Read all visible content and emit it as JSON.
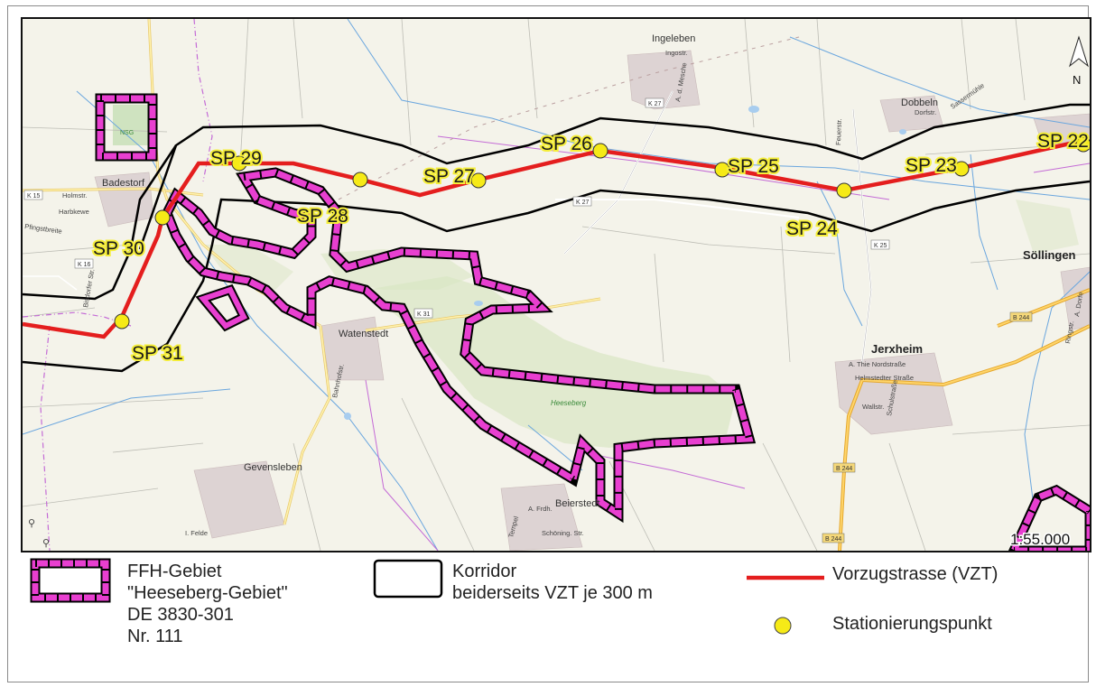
{
  "map": {
    "scale": "1:55.000",
    "north_label": "N",
    "stations": [
      {
        "label": "SP 22"
      },
      {
        "label": "SP 23"
      },
      {
        "label": "SP 24"
      },
      {
        "label": "SP 25"
      },
      {
        "label": "SP 26"
      },
      {
        "label": "SP 27"
      },
      {
        "label": "SP 28"
      },
      {
        "label": "SP 29"
      },
      {
        "label": "SP 30"
      },
      {
        "label": "SP 31"
      }
    ],
    "places": {
      "ingeleben": "Ingeleben",
      "dobbeln": "Dobbeln",
      "badestorf": "Badestorf",
      "watenstedt": "Watenstedt",
      "gevensleben": "Gevensleben",
      "beierstedt": "Beierstedt",
      "jerxheim": "Jerxheim",
      "sollingen": "Söllingen",
      "heeseberg": "Heeseberg",
      "nsg": "NSG"
    },
    "roads": {
      "k15": "K 15",
      "k16": "K 16",
      "k25": "K 25",
      "k27a": "K 27",
      "k27b": "K 27",
      "k31": "K 31",
      "b244a": "B 244",
      "b244b": "B 244",
      "b244c": "B 244"
    },
    "streets": {
      "holmstr": "Holmstr.",
      "harbkewe": "Harbkewe",
      "pfingstbreite": "Pfingstbreite",
      "bisdorfer": "Bisdorfer Str.",
      "bahnhofstr": "Bahnhofstr.",
      "dorfstr": "Dorfstr.",
      "feuerstr": "Feuerstr.",
      "heimsteder": "Helmstedter Straße",
      "thie": "A. Thie Nordstraße",
      "wallstr": "Wallstr.",
      "schulstr": "Schulstraße",
      "felde": "I. Felde",
      "frdh": "A. Frdh.",
      "schoning": "Schöning. Str.",
      "tempel": "Tempel",
      "ringstr": "Ringstr.",
      "adorfe": "A. Dorfe",
      "ingostr": "Ingostr.",
      "amesche": "A. d. Mesche",
      "sasser": "Sassermühle"
    },
    "colors": {
      "ffh": "#e83fd0",
      "corridor": "#000000",
      "route": "#e81b1b",
      "station": "#f6ea17"
    }
  },
  "legend": {
    "ffh_line1": "FFH-Gebiet",
    "ffh_line2": "\"Heeseberg-Gebiet\"",
    "ffh_line3": "DE 3830-301",
    "ffh_line4": "Nr. 111",
    "corridor_line1": "Korridor",
    "corridor_line2": "beiderseits VZT je 300 m",
    "route": "Vorzugstrasse (VZT)",
    "station": "Stationierungspunkt"
  }
}
